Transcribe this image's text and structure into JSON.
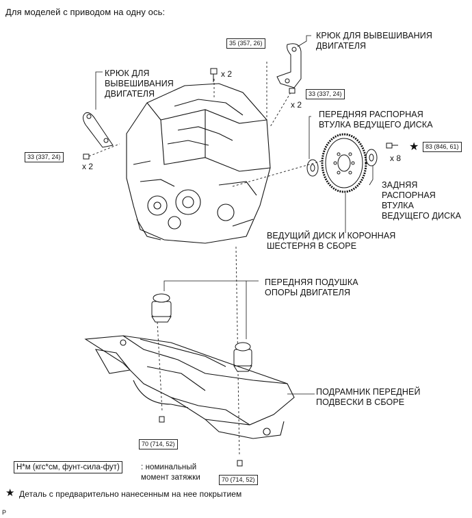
{
  "header": "Для моделей с приводом на одну ось:",
  "labels": {
    "hook_right": "КРЮК ДЛЯ ВЫВЕШИВАНИЯ\nДВИГАТЕЛЯ",
    "hook_left": "КРЮК ДЛЯ\nВЫВЕШИВАНИЯ\nДВИГАТЕЛЯ",
    "front_spacer": "ПЕРЕДНЯЯ РАСПОРНАЯ\nВТУЛКА ВЕДУЩЕГО ДИСКА",
    "rear_spacer": "ЗАДНЯЯ\nРАСПОРНАЯ\nВТУЛКА\nВЕДУЩЕГО ДИСКА",
    "drive_plate": "ВЕДУЩИЙ ДИСК И КОРОННАЯ\nШЕСТЕРНЯ В СБОРЕ",
    "front_mount": "ПЕРЕДНЯЯ ПОДУШКА\nОПОРЫ ДВИГАТЕЛЯ",
    "subframe": "ПОДРАМНИК ПЕРЕДНЕЙ\nПОДВЕСКИ В СБОРЕ"
  },
  "torques": {
    "top": "35 (357, 26)",
    "hook_right": "33 (337, 24)",
    "hook_left": "33 (337, 24)",
    "drive_plate": "83 (846, 61)",
    "mount_left": "70 (714, 52)",
    "mount_right": "70 (714, 52)"
  },
  "quantities": {
    "top": "x 2",
    "hook_right": "x 2",
    "hook_left": "x 2",
    "drive_plate": "x 8"
  },
  "legend": {
    "unit_box": "Н*м (кгс*см, фунт-сила-фут)",
    "unit_desc": ": номинальный\nмомент затяжки",
    "star_symbol": "★",
    "star_desc": "Деталь с предварительно нанесенным на нее покрытием"
  },
  "footer_code": "P"
}
